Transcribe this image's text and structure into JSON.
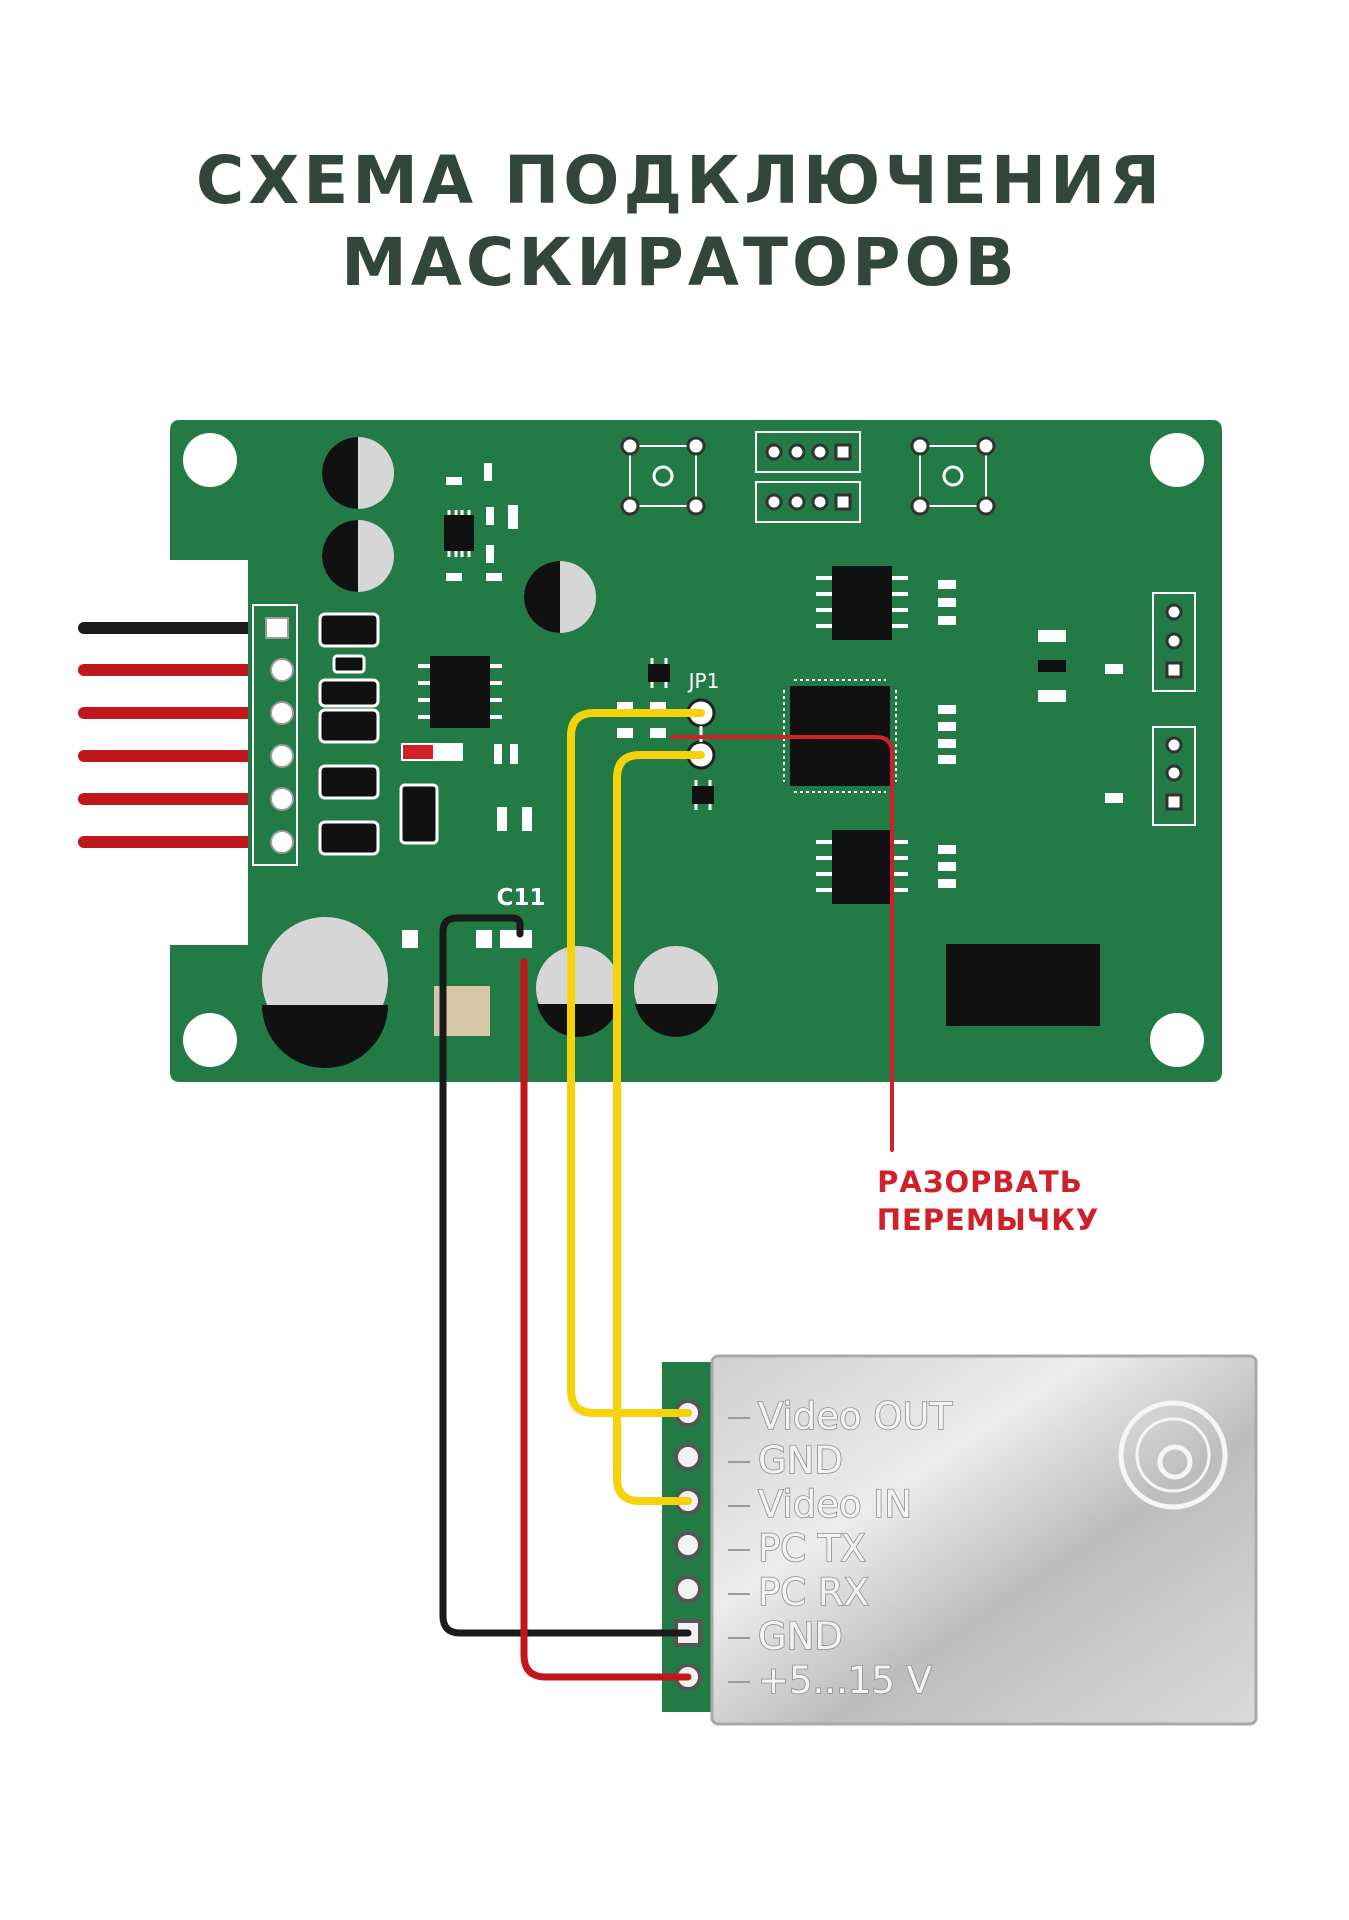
{
  "title": {
    "line1": "СХЕМА ПОДКЛЮЧЕНИЯ",
    "line2": "МАСКИРАТОРОВ"
  },
  "pcb": {
    "jumper_label": "JP1",
    "capacitor_label": "C11"
  },
  "annotation": {
    "line1": "РАЗОРВАТЬ",
    "line2": "ПЕРЕМЫЧКУ"
  },
  "module": {
    "pins": [
      "Video OUT",
      "GND",
      "Video IN",
      "PC TX",
      "PC RX",
      "GND",
      "+5...15 V"
    ]
  },
  "colors": {
    "title": "#33463c",
    "pcb": "#227a44",
    "wire_red": "#c0161c",
    "wire_yellow": "#f5d20a",
    "wire_black": "#1a1a1a",
    "annotation": "#d0202a"
  }
}
